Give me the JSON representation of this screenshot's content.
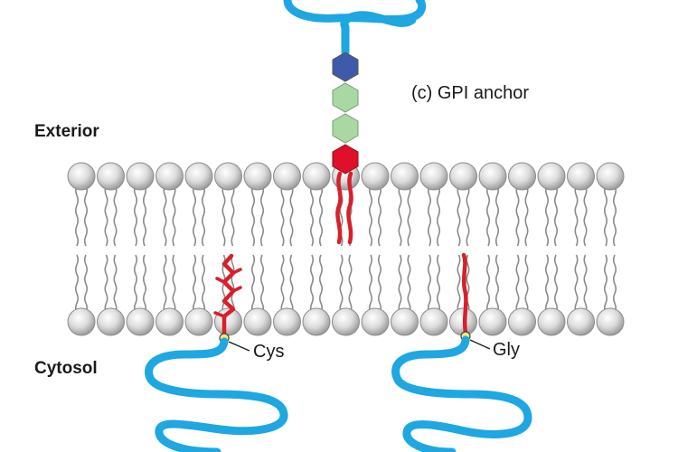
{
  "labels": {
    "exterior": "Exterior",
    "cytosol": "Cytosol",
    "caption": "(c) GPI anchor",
    "cys": "Cys",
    "gly": "Gly"
  },
  "colors": {
    "protein_chain": "#1ea7e1",
    "lipid_anchor": "#d8202a",
    "glycan_blue": "#3f5aa8",
    "glycan_green": "#a9d8a3",
    "glycan_red": "#e0102a",
    "head_group": "#d6d6d6",
    "tail": "#8a8a8a",
    "junction_dot": "#f2ea7a"
  },
  "glycan_chain": [
    "blue-hexagon",
    "green-hexagon",
    "green-hexagon",
    "red-hexagon"
  ]
}
